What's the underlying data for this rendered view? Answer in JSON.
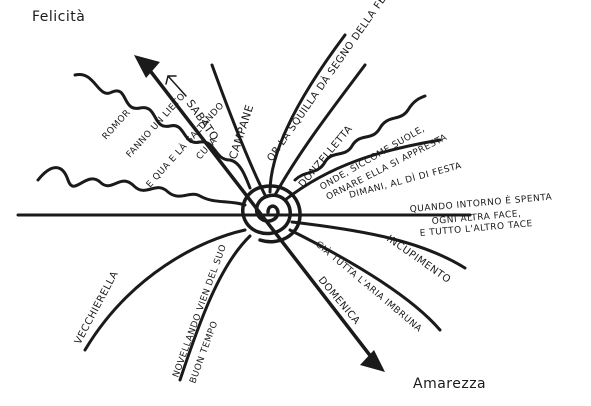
{
  "corners": {
    "top_left": "Felicità",
    "bottom_right": "Amarezza"
  },
  "labels": {
    "sabato": "SABATO",
    "campane": "CAMPANE",
    "squilla": "OR LA SQUILLA DÀ SEGNO DELLA FESTA CHE VIEN",
    "donzelletta": "DONZELLETTA",
    "onde_1": "ONDE, SICCOME SUOLE,",
    "onde_2": "ORNARE ELLA SI APPRESTA",
    "onde_3": "DIMANI, AL DÌ DI FESTA",
    "quando_1": "QUANDO INTORNO È SPENTA",
    "quando_2": "OGNI ALTRA FACE,",
    "quando_3": "E TUTTO L'ALTRO TACE",
    "garzoncelli_1": "E QUA E LÀ SALTANDO",
    "garzoncelli_2": "FANNO UN LIETO",
    "garzoncelli_3": "ROMOR",
    "cupa": "CUPA",
    "vecchierella": "VECCHIERELLA",
    "novellando_1": "NOVELLANDO VIEN DEL SUO",
    "novellando_2": "BUON TEMPO",
    "incupimento": "INCUPIMENTO",
    "gia_tutta": "GIÀ TUTTA L'ARIA IMBRUNA",
    "domenica": "DOMENICA"
  },
  "colors": {
    "ink": "#1a1a1a",
    "paper": "#ffffff"
  }
}
